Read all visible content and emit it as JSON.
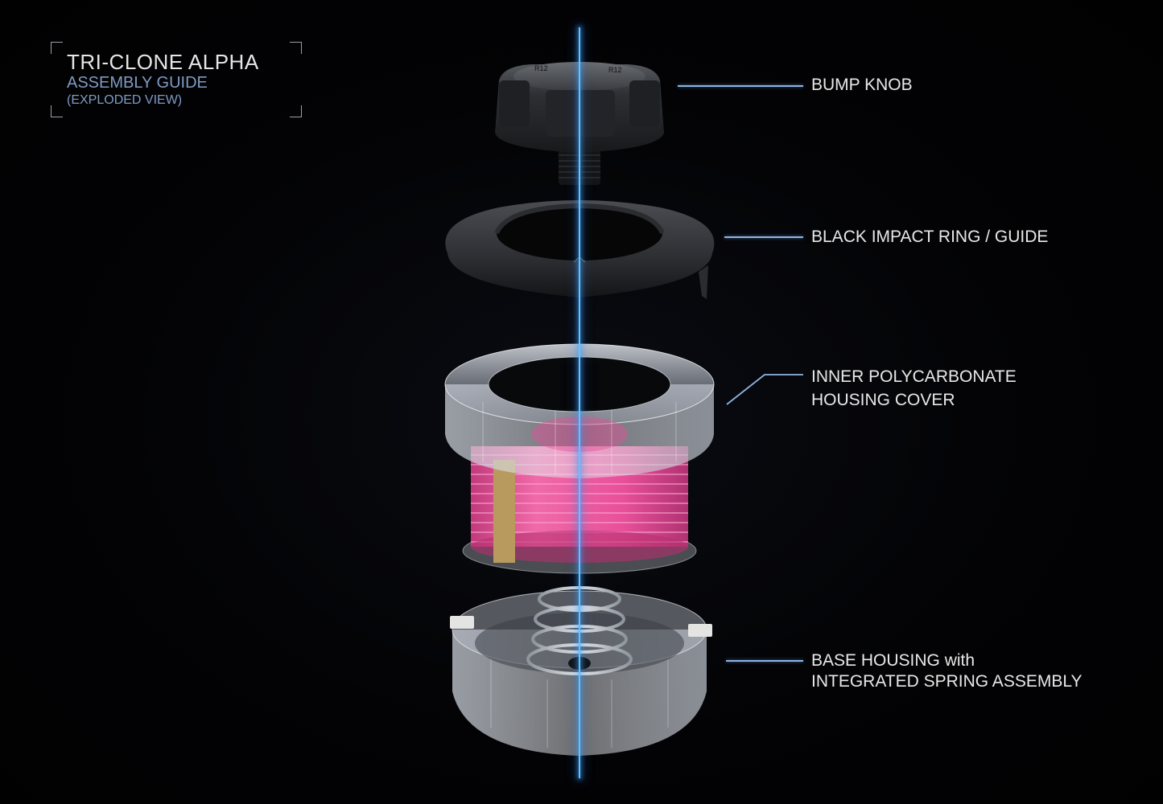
{
  "title_block": {
    "title": "TRI-CLONE ALPHA",
    "subtitle": "ASSEMBLY GUIDE",
    "note": "(EXPLODED VIEW)"
  },
  "components": [
    {
      "id": "bump-knob",
      "label_lines": [
        "BUMP KNOB"
      ]
    },
    {
      "id": "impact-ring",
      "label_lines": [
        "BLACK IMPACT RING / GUIDE"
      ]
    },
    {
      "id": "housing-cover",
      "label_lines": [
        "INNER POLYCARBONATE",
        "HOUSING COVER"
      ]
    },
    {
      "id": "base-housing",
      "label_lines": [
        "BASE HOUSING with",
        "INTEGRATED SPRING ASSEMBLY"
      ]
    }
  ],
  "colors": {
    "background": "#020204",
    "axis_glow": "#5fc4ff",
    "leader_line": "#8fb4e0",
    "title_text": "#e6e6e6",
    "subtitle_text": "#7f9cc4",
    "label_text": "#e8e8e8",
    "trimmer_line": "#e8509a",
    "knob": "#2a2b2e",
    "ring": "#303236",
    "tape": "#b89a5e"
  }
}
